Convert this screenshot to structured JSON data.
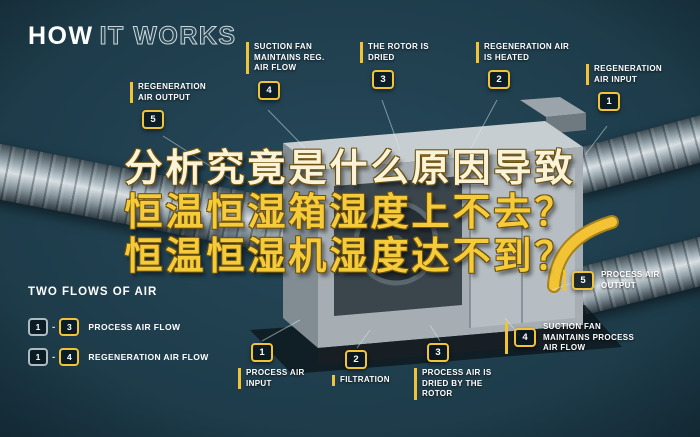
{
  "title": {
    "word1": "HOW",
    "word2": "IT WORKS"
  },
  "overlay": {
    "line1": "分析究竟是什么原因导致",
    "line2": "恒温恒湿箱湿度上不去？",
    "line3": "恒温恒湿机湿度达不到？"
  },
  "callouts": [
    {
      "id": "regeneration-air-output",
      "number": "5",
      "label": "REGENERATION AIR OUTPUT"
    },
    {
      "id": "suction-fan-reg-air-flow",
      "number": "4",
      "label": "SUCTION FAN MAINTAINS REG. AIR FLOW"
    },
    {
      "id": "rotor-is-dried",
      "number": "3",
      "label": "THE ROTOR IS DRIED"
    },
    {
      "id": "regeneration-air-heated",
      "number": "2",
      "label": "REGENERATION AIR IS HEATED"
    },
    {
      "id": "regeneration-air-input",
      "number": "1",
      "label": "REGENERATION AIR INPUT"
    },
    {
      "id": "process-air-output",
      "number": "5",
      "label": "PROCESS AIR OUTPUT"
    },
    {
      "id": "suction-fan-process-air-flow",
      "number": "4",
      "label": "SUCTION FAN MAINTAINS PROCESS AIR FLOW"
    },
    {
      "id": "process-air-input",
      "number": "1",
      "label": "PROCESS AIR INPUT"
    },
    {
      "id": "filtration",
      "number": "2",
      "label": "FILTRATION"
    },
    {
      "id": "process-air-dried-by-rotor",
      "number": "3",
      "label": "PROCESS AIR IS DRIED BY THE ROTOR"
    }
  ],
  "legend": {
    "title": "TWO FLOWS OF AIR",
    "separator": "-",
    "items": [
      {
        "start": "1",
        "end": "3",
        "label": "PROCESS AIR FLOW"
      },
      {
        "start": "1",
        "end": "4",
        "label": "REGENERATION AIR FLOW"
      }
    ]
  },
  "colors": {
    "background": "#1d3b49",
    "accent_yellow": "#f2c335",
    "label_text": "#ffffff",
    "headline_gold": "#f6cb3a",
    "headline_cream": "#fbf3d8"
  }
}
